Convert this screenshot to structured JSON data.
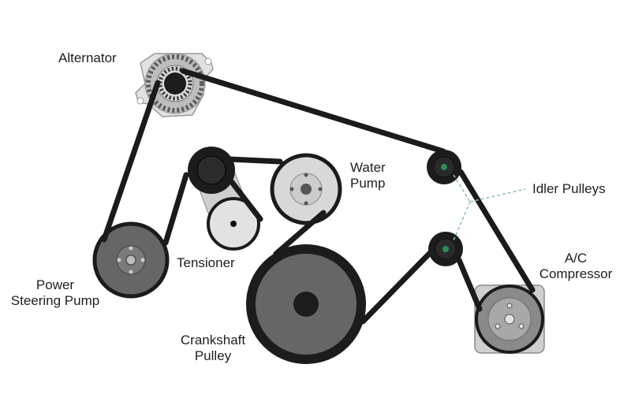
{
  "labels": {
    "alternator": "Alternator",
    "water_pump": [
      "Water",
      "Pump"
    ],
    "idler_pulleys": "Idler Pulleys",
    "tensioner": "Tensioner",
    "ac_compressor": [
      "A/C",
      "Compressor"
    ],
    "power_steering_pump": [
      "Power",
      "Steering Pump"
    ],
    "crankshaft_pulley": [
      "Crankshaft",
      "Pulley"
    ]
  },
  "colors": {
    "belt": "#1b1b1b",
    "pulley_dark": "#1f1f1f",
    "pulley_mid": "#5f5f5f",
    "pulley_light": "#d4d4d4",
    "idler_hub": "#2e8a57",
    "leader_line": "#8fbfb2",
    "text": "#1e1e1e"
  }
}
